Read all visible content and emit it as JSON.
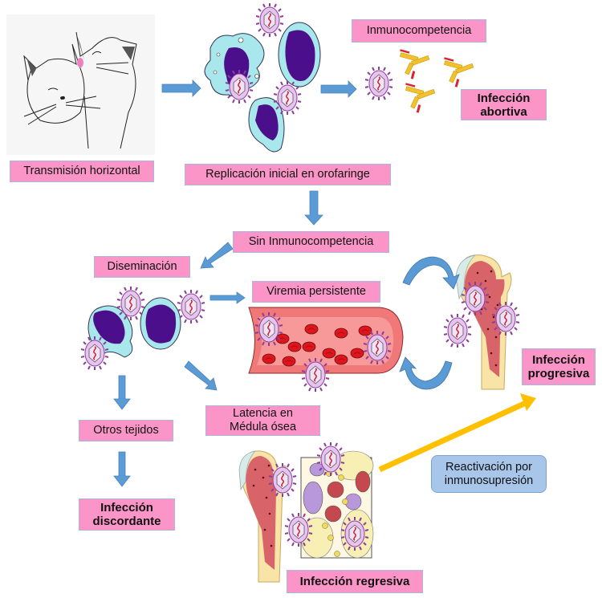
{
  "title": "Patogenia de la infección",
  "colors": {
    "label_fill": "#fb95c8",
    "label_border": "#a9b6e0",
    "arrow_blue": "#5b9bd5",
    "arrow_yellow": "#ffc000",
    "reactivation_fill": "#a7c6ea",
    "cell_cyan": "#a8e8ec",
    "nucleus_purple": "#4b0f8c",
    "virus_pink": "#e6c4ef",
    "virus_spike": "#8b3f9b",
    "vessel_red": "#f07878",
    "rbc_red": "#e0141c",
    "bone_yellow": "#f7e4a6",
    "marrow_red": "#d8646a"
  },
  "labels": {
    "transmision": "Transmisión horizontal",
    "replicacion": "Replicación inicial en orofaringe",
    "inmunocompetencia": "Inmunocompetencia",
    "abortiva_line1": "Infección",
    "abortiva_line2": "abortiva",
    "sin_inmuno": "Sin Inmunocompetencia",
    "diseminacion": "Diseminación",
    "viremia": "Viremia persistente",
    "progresiva_line1": "Infección",
    "progresiva_line2": "progresiva",
    "latencia_line1": "Latencia en",
    "latencia_line2": "Médula ósea",
    "otros": "Otros tejidos",
    "discordante_line1": "Infección",
    "discordante_line2": "discordante",
    "reactivacion_line1": "Reactivación por",
    "reactivacion_line2": "inmunosupresión",
    "regresiva": "Infección regresiva"
  },
  "illustrations": {
    "cats": "cats-grooming-illustration",
    "infected_cells_top": "leukocytes-with-virus",
    "antibodies": "antibodies-neutralizing-virus",
    "infected_cells_mid": "disseminating-leukocytes",
    "blood_vessel": "blood-vessel-with-virus",
    "bone_progressive": "femur-bone-marrow-infected",
    "bone_regressive": "femur-bone-marrow-latent",
    "marrow_section": "bone-marrow-cells-section"
  }
}
